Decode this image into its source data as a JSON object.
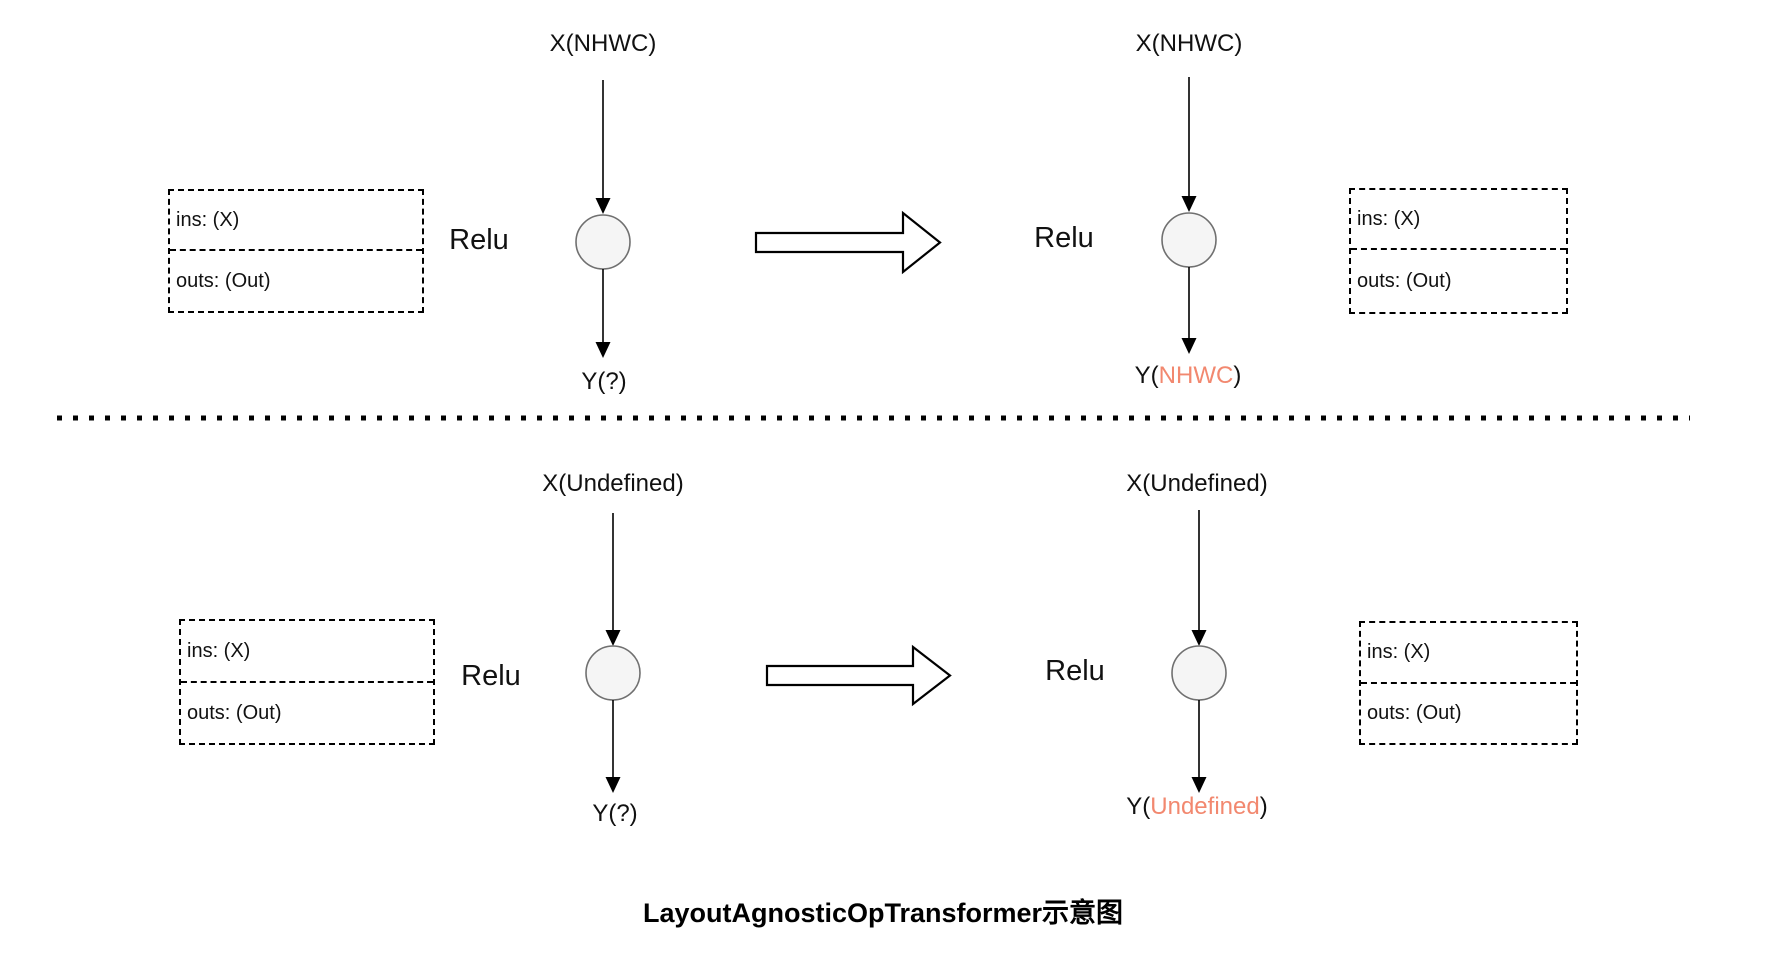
{
  "title": "LayoutAgnosticOpTransformer示意图",
  "colors": {
    "accent": "#F2886F",
    "node_fill": "#f5f5f5",
    "node_stroke": "#707070",
    "line": "#000000"
  },
  "rows": [
    {
      "before": {
        "input": "X(NHWC)",
        "op": "Relu",
        "out_prefix": "Y(",
        "out_value": "?",
        "out_suffix": ")",
        "panel_ins": "ins: (X)",
        "panel_outs": "outs: (Out)"
      },
      "after": {
        "input": "X(NHWC)",
        "op": "Relu",
        "out_prefix": "Y(",
        "out_value": "NHWC",
        "out_suffix": ")",
        "panel_ins": "ins: (X)",
        "panel_outs": "outs: (Out)"
      }
    },
    {
      "before": {
        "input": "X(Undefined)",
        "op": "Relu",
        "out_prefix": "Y(",
        "out_value": "?",
        "out_suffix": ")",
        "panel_ins": "ins: (X)",
        "panel_outs": "outs: (Out)"
      },
      "after": {
        "input": "X(Undefined)",
        "op": "Relu",
        "out_prefix": "Y(",
        "out_value": "Undefined",
        "out_suffix": ")",
        "panel_ins": "ins: (X)",
        "panel_outs": "outs: (Out)"
      }
    }
  ]
}
